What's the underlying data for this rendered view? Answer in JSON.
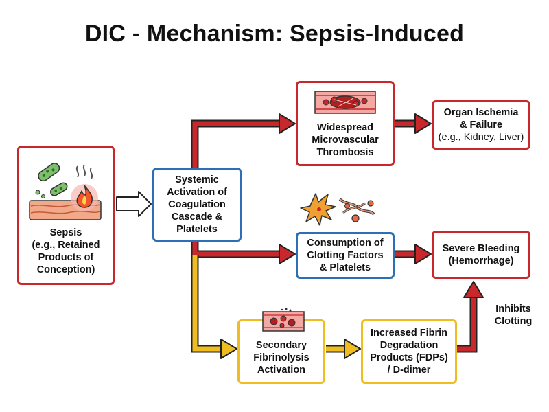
{
  "title": "DIC - Mechanism: Sepsis-Induced",
  "nodes": {
    "sepsis": [
      "Sepsis",
      "(e.g., Retained",
      "Products of",
      "Conception)"
    ],
    "systemic": [
      "Systemic",
      "Activation of",
      "Coagulation",
      "Cascade &",
      "Platelets"
    ],
    "thrombosis": [
      "Widespread",
      "Microvascular",
      "Thrombosis"
    ],
    "organ": [
      "Organ Ischemia",
      "& Failure"
    ],
    "organ_note": "(e.g., Kidney, Liver)",
    "consumption": [
      "Consumption of",
      "Clotting Factors",
      "& Platelets"
    ],
    "bleeding": [
      "Severe Bleeding",
      "(Hemorrhage)"
    ],
    "fibrinolysis": [
      "Secondary",
      "Fibrinolysis",
      "Activation"
    ],
    "fdp": [
      "Increased Fibrin",
      "Degradation",
      "Products (FDPs)",
      "/ D-dimer"
    ]
  },
  "edge_label": [
    "Inhibits",
    "Clotting"
  ],
  "colors": {
    "red": "#c8282b",
    "blue": "#2c6fb5",
    "yellow": "#f0bd21",
    "orange_cell": "#f0a030"
  },
  "icons": [
    "bacteria-flame-tissue-icon",
    "clot-vessel-icon",
    "platelet-fibrin-icon",
    "fragmented-clot-icon"
  ]
}
